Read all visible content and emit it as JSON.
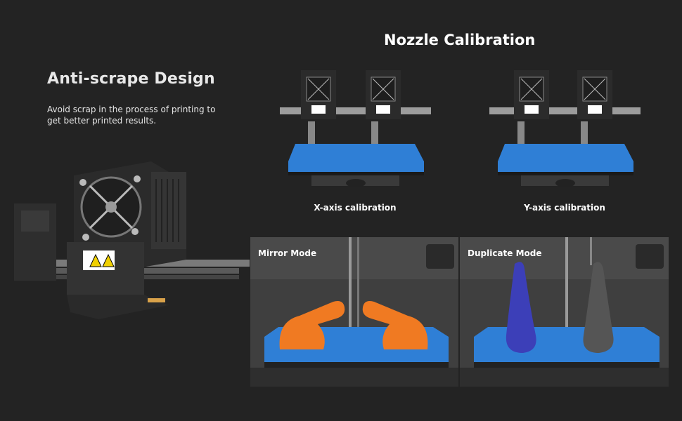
{
  "left_feature": {
    "title": "Anti-scrape Design",
    "description": "Avoid scrap in the process of printing to get better printed results."
  },
  "nozzle_section": {
    "title": "Nozzle Calibration",
    "x_caption": "X-axis calibration",
    "y_caption": "Y-axis calibration"
  },
  "modes": {
    "mirror_label": "Mirror Mode",
    "duplicate_label": "Duplicate Mode"
  },
  "colors": {
    "background": "#232323",
    "bed_blue": "#2f7fd6",
    "orange_print": "#f07a22",
    "purple_print": "#3c3fb8"
  }
}
